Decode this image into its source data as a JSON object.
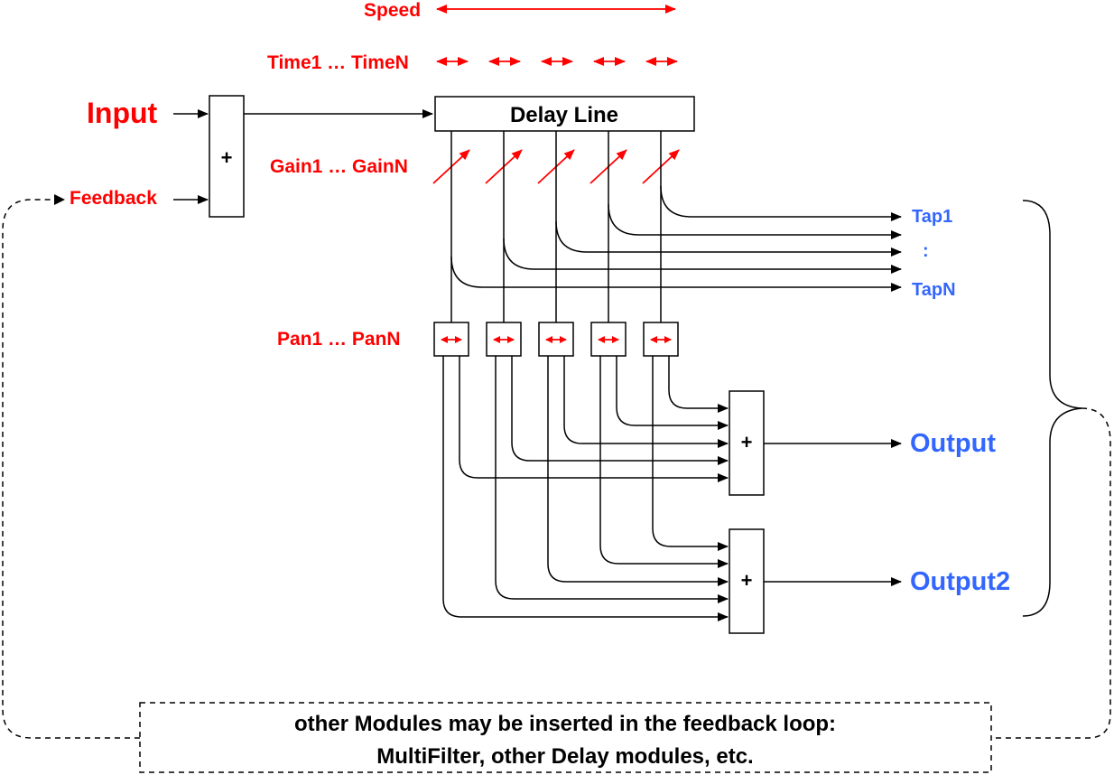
{
  "labels": {
    "speed": "Speed",
    "time": "Time1 … TimeN",
    "input": "Input",
    "feedback": "Feedback",
    "delay_line": "Delay Line",
    "gain": "Gain1 … GainN",
    "pan": "Pan1 … PanN",
    "plus": "+",
    "tap_first": "Tap1",
    "tap_dots": ":",
    "tap_last": "TapN",
    "output": "Output",
    "output2": "Output2",
    "note_line1": "other Modules may be inserted in the feedback loop:",
    "note_line2": "MultiFilter, other Delay modules, etc."
  },
  "colors": {
    "control_labels": "#ff0000",
    "outputs": "#3366ff",
    "lines": "#000000"
  },
  "tap_count": 5
}
